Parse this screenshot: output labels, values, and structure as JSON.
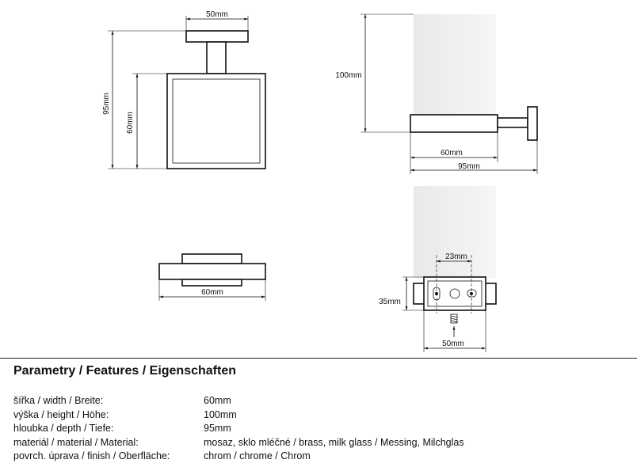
{
  "dimensions": {
    "front_width": "50mm",
    "front_total_height": "95mm",
    "front_frame_height": "60mm",
    "side_glass_height": "100mm",
    "side_frame_depth": "60mm",
    "side_total_depth": "95mm",
    "top_width": "60mm",
    "mount_hole_spacing": "23mm",
    "mount_height": "35mm",
    "mount_width": "50mm"
  },
  "section": {
    "title": "Parametry / Features / Eigenschaften"
  },
  "specs": [
    {
      "label": "šířka / width / Breite:",
      "value": "60mm"
    },
    {
      "label": "výška / height / Höhe:",
      "value": "100mm"
    },
    {
      "label": "hloubka / depth / Tiefe:",
      "value": "95mm"
    },
    {
      "label": "materiál / material / Material:",
      "value": "mosaz, sklo mléčné / brass, milk glass / Messing, Milchglas"
    },
    {
      "label": "povrch. úprava / finish / Oberfläche:",
      "value": "chrom / chrome / Chrom"
    }
  ]
}
